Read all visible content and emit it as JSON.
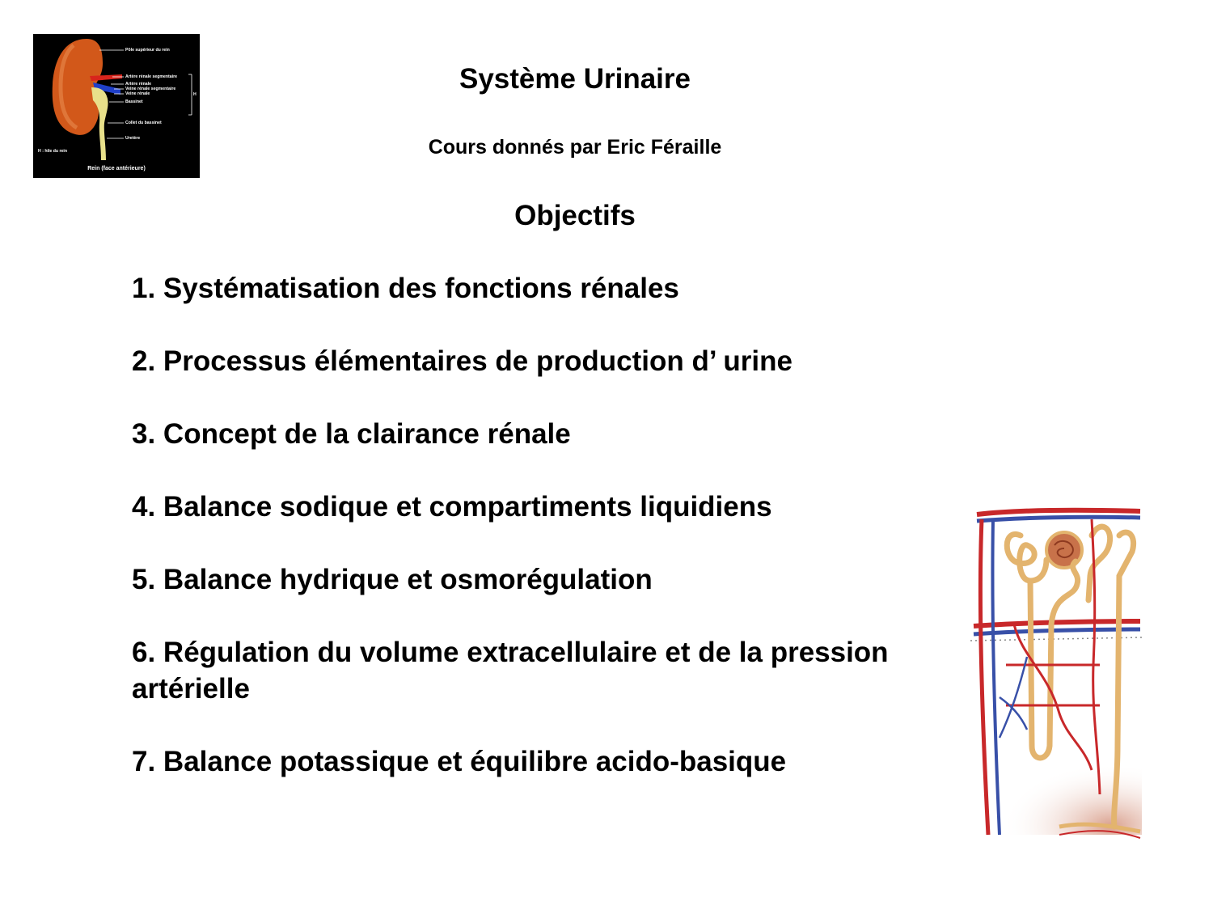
{
  "kidney_figure": {
    "labels": {
      "pole": "Pôle supérieur du rein",
      "artere_segmentaire": "Artère rénale segmentaire",
      "artere": "Artère rénale",
      "veine_segmentaire": "Veine rénale segmentaire",
      "veine": "Veine rénale",
      "bassinet": "Bassinet",
      "collet": "Collet du bassinet",
      "uretere": "Uretère",
      "hile": "H : hile du rein",
      "h_mark": "H",
      "caption": "Rein (face antérieure)"
    },
    "colors": {
      "kidney": "#d2581a",
      "artery": "#d8241c",
      "vein": "#1f3fc8",
      "ureter": "#e8e08a"
    }
  },
  "slide": {
    "title": "Système Urinaire",
    "subtitle": "Cours donnés par Eric Féraille",
    "objectives_heading": "Objectifs",
    "objectives": [
      "1. Systématisation des fonctions rénales",
      "2. Processus élémentaires de production d’ urine",
      "3. Concept de la clairance rénale",
      "4. Balance sodique et compartiments liquidiens",
      "5. Balance hydrique et osmorégulation",
      "6. Régulation du volume extracellulaire et de la pression artérielle",
      "7. Balance potassique et équilibre acido-basique"
    ]
  },
  "nephron_figure": {
    "colors": {
      "artery": "#c8282a",
      "vein": "#3850a8",
      "tubule": "#e3b46e"
    }
  }
}
